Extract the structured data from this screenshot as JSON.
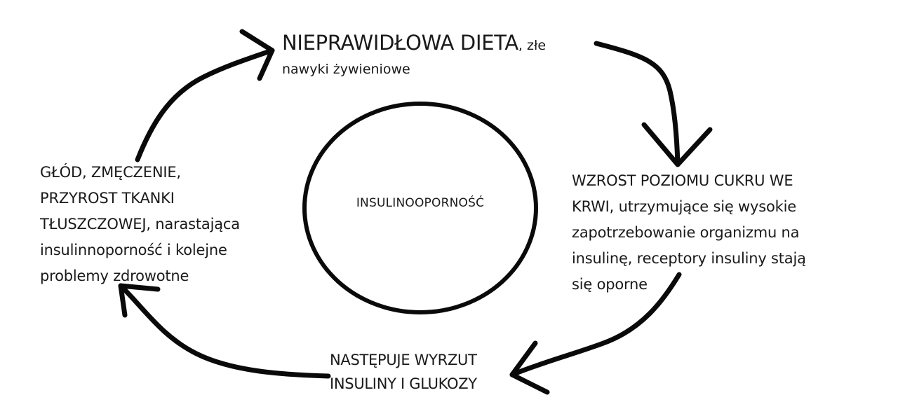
{
  "diagram": {
    "type": "cycle",
    "center": {
      "label": "INSULINOOPORNOŚĆ"
    },
    "nodes": {
      "top": {
        "emphasis": "NIEPRAWIDŁOWA DIETA",
        "rest_line1": ", złe",
        "line2": "nawyki żywieniowe"
      },
      "right": {
        "lines": [
          "WZROST POZIOMU CUKRU WE",
          "KRWI, utrzymujące się wysokie",
          "zapotrzebowanie organizmu na",
          "insulinę, receptory insuliny stają",
          "się oporne"
        ]
      },
      "bottom": {
        "lines": [
          "NASTĘPUJE WYRZUT",
          "INSULINY I GLUKOZY"
        ]
      },
      "left": {
        "lines": [
          "GŁÓD, ZMĘCZENIE,",
          "PRZYROST TKANKI",
          "TŁUSZCZOWEJ, narastająca",
          "insulinnoporność i kolejne",
          "problemy zdrowotne"
        ]
      }
    },
    "flow": [
      {
        "from": "top",
        "to": "right",
        "icon": "curved-arrow-down-right"
      },
      {
        "from": "right",
        "to": "bottom",
        "icon": "curved-arrow-down-left"
      },
      {
        "from": "bottom",
        "to": "left",
        "icon": "curved-arrow-up-left"
      },
      {
        "from": "left",
        "to": "top",
        "icon": "curved-arrow-up-right"
      }
    ],
    "colors": {
      "stroke": "#0a0a0a",
      "text": "#1a1a1a",
      "background": "#ffffff"
    }
  }
}
